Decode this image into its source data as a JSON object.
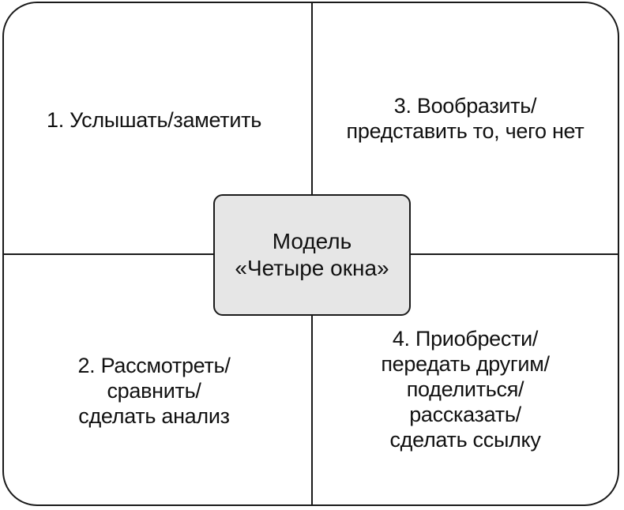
{
  "diagram": {
    "center": {
      "lines": [
        "Модель",
        "«Четыре окна»"
      ]
    },
    "quadrants": [
      {
        "position": "top-left",
        "lines": [
          "1. Услышать/заметить"
        ]
      },
      {
        "position": "bottom-left",
        "lines": [
          "2. Рассмотреть/",
          "сравнить/",
          "сделать анализ"
        ]
      },
      {
        "position": "top-right",
        "lines": [
          "3. Вообразить/",
          "представить то, чего нет"
        ]
      },
      {
        "position": "bottom-right",
        "lines": [
          "4. Приобрести/",
          "передать другим/",
          "поделиться/",
          "рассказать/",
          "сделать ссылку"
        ]
      }
    ],
    "colors": {
      "stroke": "#1a1a1a",
      "center_fill": "#e6e6e6",
      "background": "#ffffff"
    }
  }
}
